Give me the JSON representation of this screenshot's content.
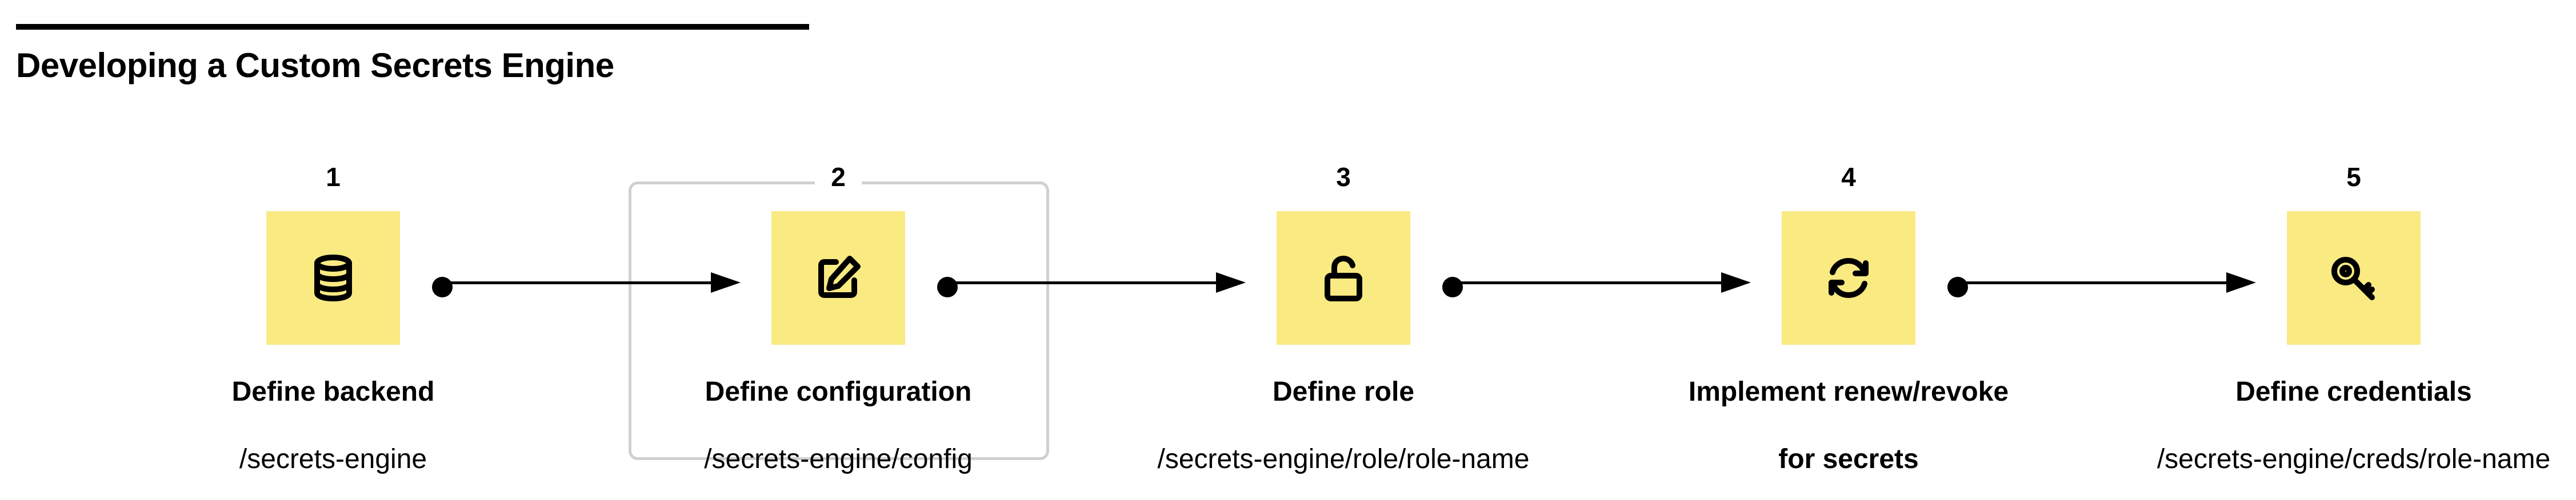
{
  "title": "Developing a Custom Secrets Engine",
  "colors": {
    "icon_background": "#f9ea82",
    "highlight_frame": "#d0d0d0",
    "text": "#000000"
  },
  "steps": [
    {
      "number": "1",
      "icon": "database-icon",
      "label": "Define backend",
      "label_line2": "",
      "path": "/secrets-engine"
    },
    {
      "number": "2",
      "icon": "edit-icon",
      "label": "Define configuration",
      "label_line2": "",
      "path": "/secrets-engine/config",
      "highlighted": true
    },
    {
      "number": "3",
      "icon": "unlock-icon",
      "label": "Define role",
      "label_line2": "",
      "path": "/secrets-engine/role/role-name"
    },
    {
      "number": "4",
      "icon": "refresh-icon",
      "label": "Implement renew/revoke",
      "label_line2": "for secrets",
      "path": ""
    },
    {
      "number": "5",
      "icon": "key-icon",
      "label": "Define credentials",
      "label_line2": "",
      "path": "/secrets-engine/creds/role-name"
    }
  ]
}
